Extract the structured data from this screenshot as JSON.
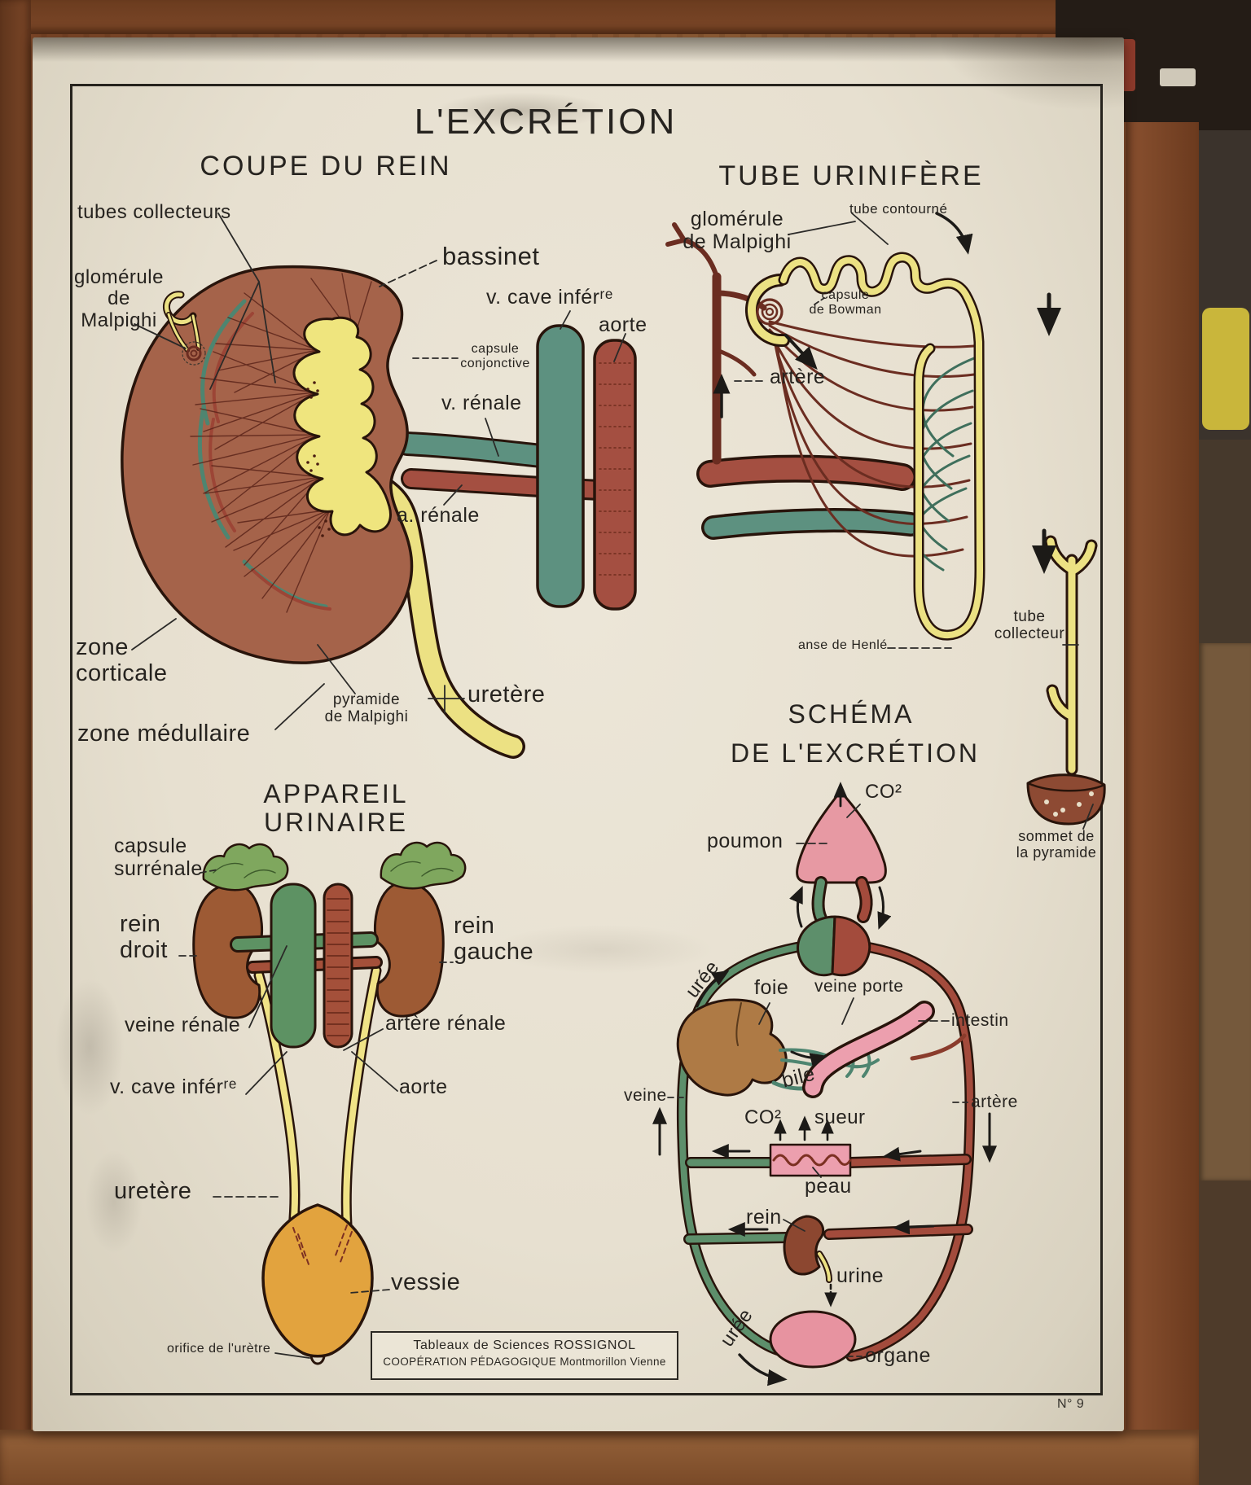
{
  "poster": {
    "title": "L'EXCRÉTION",
    "sheet_number": "N° 9",
    "credit_line1": "Tableaux de Sciences ROSSIGNOL",
    "credit_line2": "COOPÉRATION PÉDAGOGIQUE  Montmorillon    Vienne"
  },
  "coupe": {
    "title": "COUPE DU REIN",
    "labels": {
      "tubes_collecteurs": "tubes collecteurs",
      "glomerule": "glomérule\nde\nMalpighi",
      "bassinet": "bassinet",
      "v_cave": "v. cave inférʳᵉ",
      "aorte": "aorte",
      "capsule_conjonctive": "capsule\nconjonctive",
      "v_renale": "v. rénale",
      "a_renale": "a. rénale",
      "zone_corticale": "zone\ncorticale",
      "zone_medullaire": "zone médullaire",
      "pyramide": "pyramide\nde Malpighi",
      "uretere": "uretère"
    }
  },
  "tube": {
    "title": "TUBE URINIFÈRE",
    "labels": {
      "glomerule": "glomérule\nde Malpighi",
      "tube_contourne": "tube contourné",
      "capsule_bowman": "capsule\nde Bowman",
      "artere": "artère",
      "anse_henle": "anse de Henlé",
      "tube_collecteur": "tube\ncollecteur",
      "sommet": "sommet de\nla pyramide"
    }
  },
  "appareil": {
    "title": "APPAREIL URINAIRE",
    "labels": {
      "capsule_surrenale": "capsule\nsurrénale",
      "rein_droit": "rein\ndroit",
      "rein_gauche": "rein\ngauche",
      "veine_renale": "veine rénale",
      "artere_renale": "artère rénale",
      "v_cave": "v. cave inférʳᵉ",
      "aorte": "aorte",
      "uretere": "uretère",
      "vessie": "vessie",
      "orifice": "orifice de l'urètre"
    }
  },
  "schema": {
    "title_line1": "SCHÉMA",
    "title_line2": "DE L'EXCRÉTION",
    "labels": {
      "co2_top": "CO²",
      "poumon": "poumon",
      "uree_haut": "urée",
      "foie": "foie",
      "veine_porte": "veine porte",
      "intestin": "intestin",
      "bile": "bile",
      "veine": "veine",
      "artere": "artère",
      "co2_mid": "CO²",
      "sueur": "sueur",
      "peau": "peau",
      "rein": "rein",
      "urine": "urine",
      "uree_bas": "urée",
      "organe": "organe"
    }
  },
  "palette": {
    "wood": "#8a5130",
    "poster_cream": "#e9e3d4",
    "ink": "#26231f",
    "kidney_brown": "#a5634a",
    "pelvis_yellow": "#efe57e",
    "vein_teal": "#5d9180",
    "artery_red": "#a44f41",
    "dark_red": "#6b2d21",
    "ureter_yellow": "#ece183",
    "adrenal_green": "#7fa75e",
    "urinary_kidney": "#9d5a34",
    "bladder_orange": "#e2a33e",
    "pink": "#e799a3",
    "liver_brown": "#ae7a45",
    "schema_green": "#5d8f6b",
    "schema_red": "#a34b3c"
  }
}
